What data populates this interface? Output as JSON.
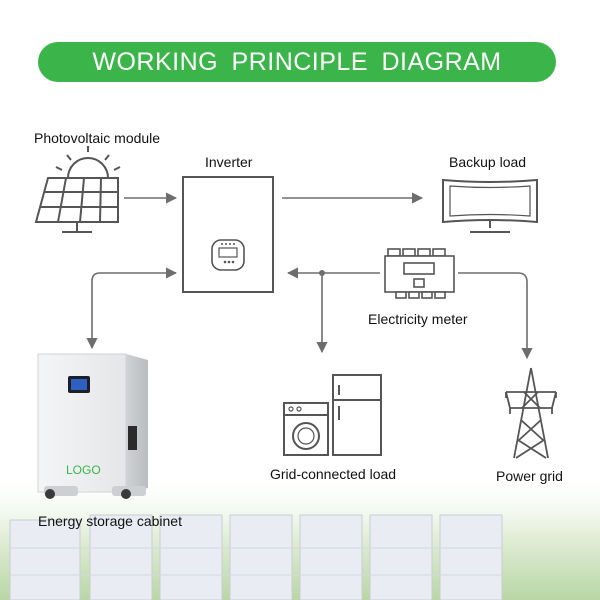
{
  "title": "WORKING PRINCIPLE DIAGRAM",
  "labels": {
    "pv": "Photovoltaic module",
    "inverter": "Inverter",
    "backup": "Backup load",
    "meter": "Electricity meter",
    "storage": "Energy storage cabinet",
    "grid_load": "Grid-connected load",
    "power_grid": "Power grid",
    "logo": "LOGO"
  },
  "colors": {
    "accent": "#3bb54a",
    "line": "#6d6d6d",
    "icon": "#555555"
  }
}
